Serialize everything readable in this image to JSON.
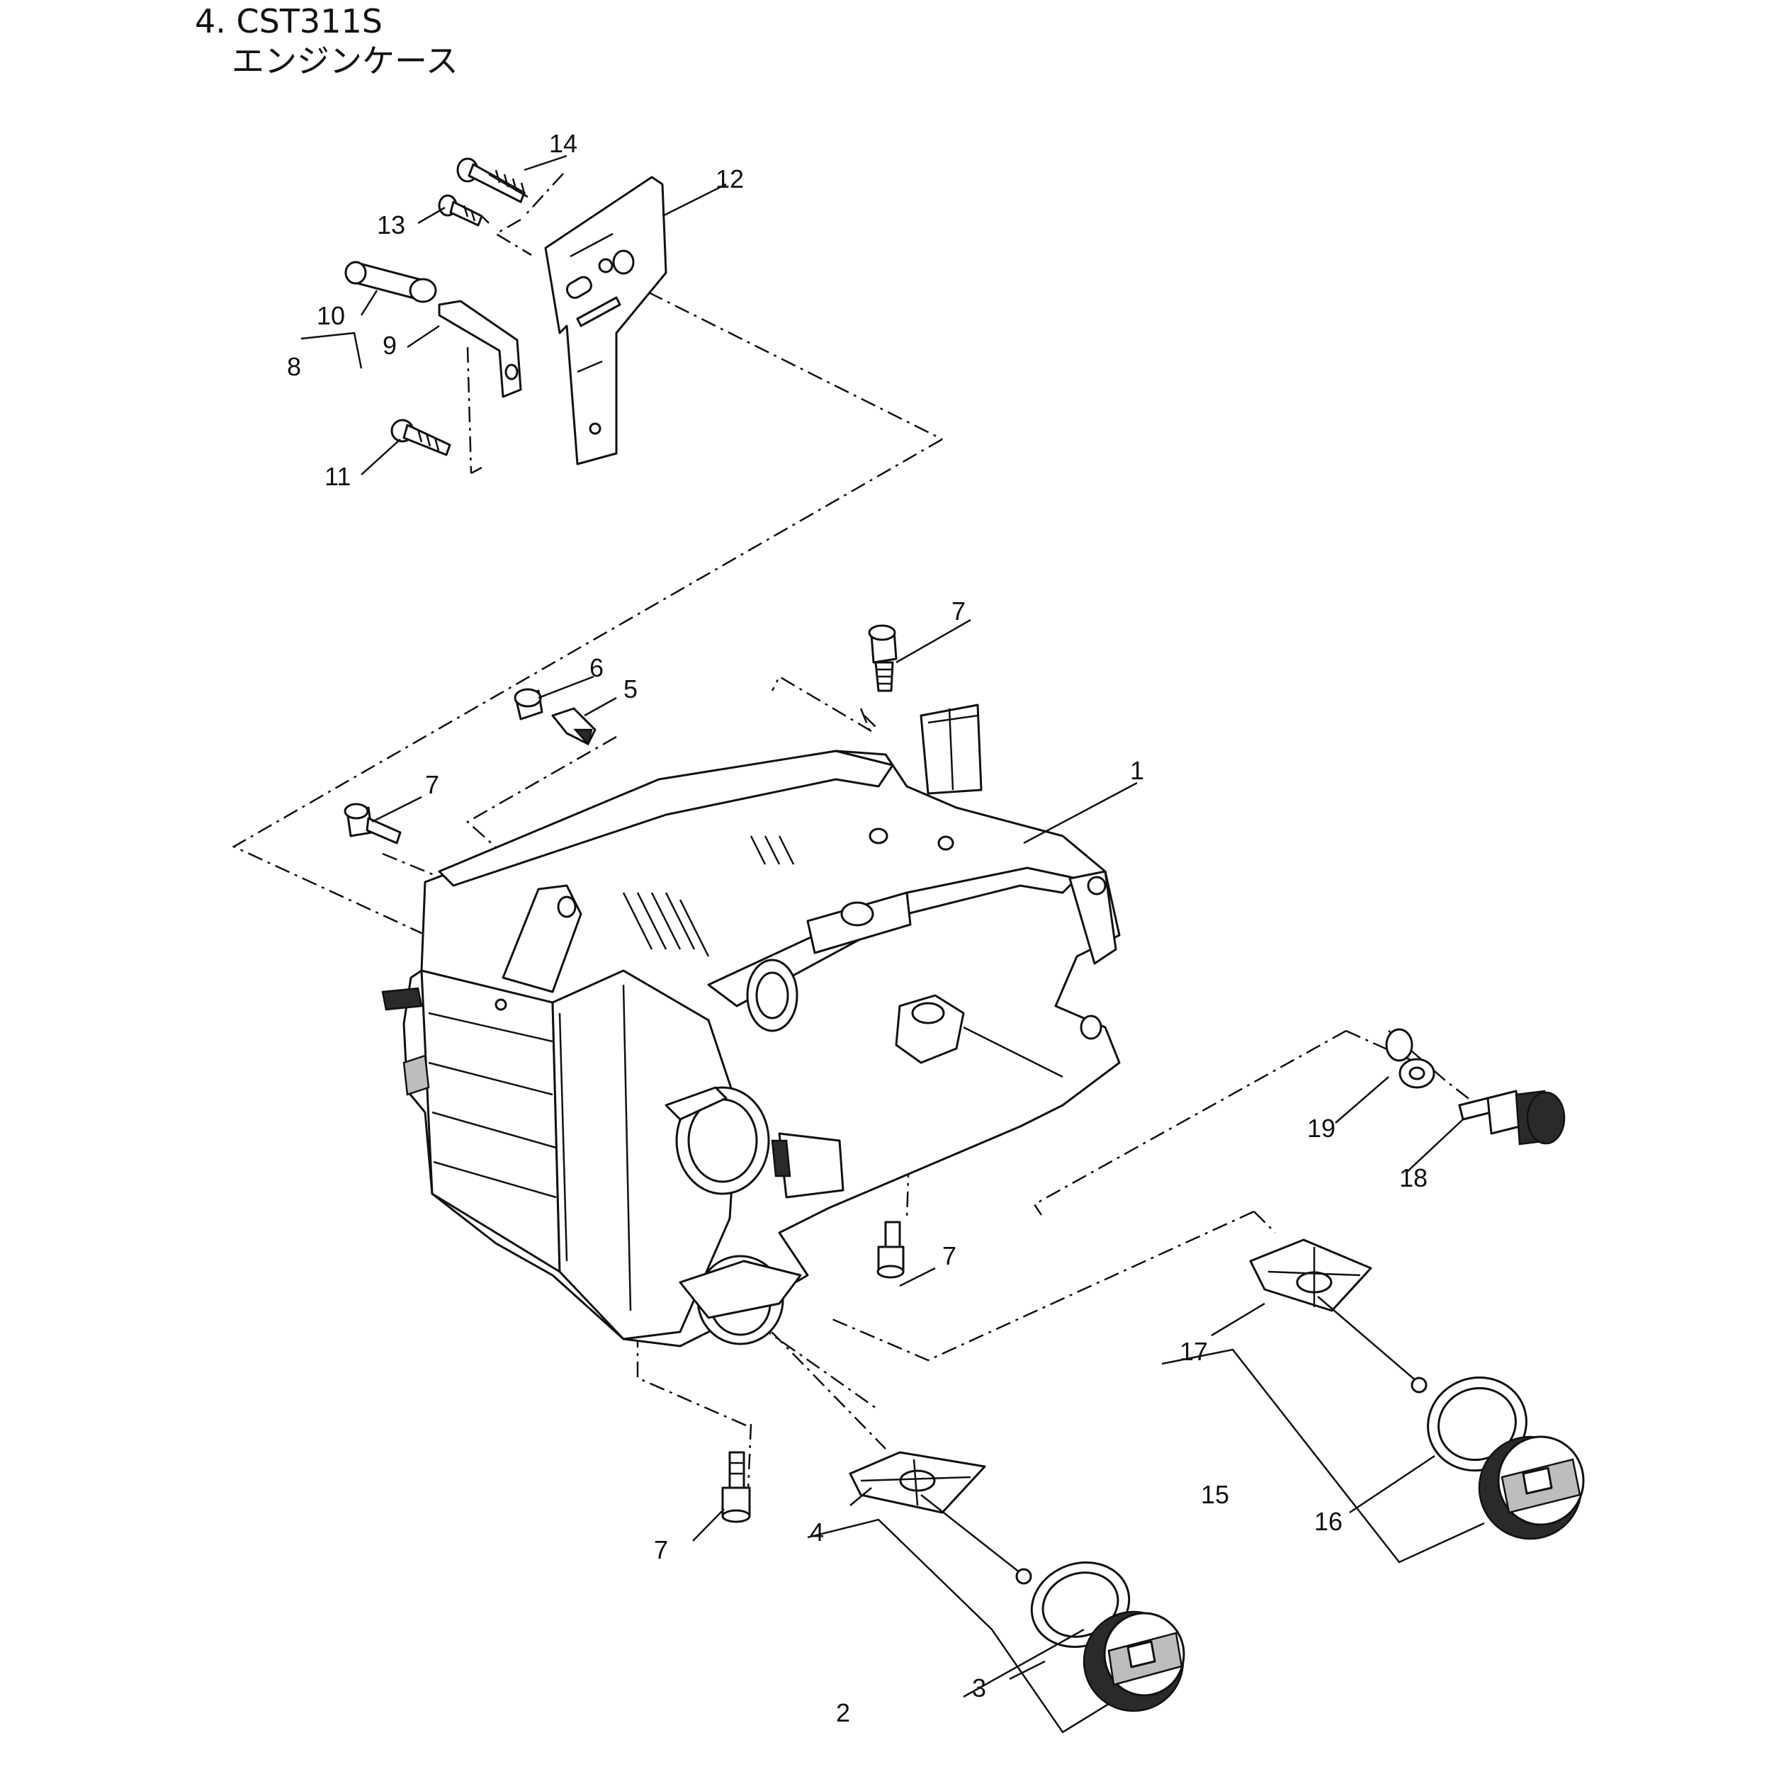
{
  "title": {
    "line1": "4. CST311S",
    "line2": "エンジンケース"
  },
  "callouts": {
    "c1": "1",
    "c2": "2",
    "c3": "3",
    "c4": "4",
    "c5": "5",
    "c6": "6",
    "c7a": "7",
    "c7b": "7",
    "c7c": "7",
    "c7d": "7",
    "c8": "8",
    "c9": "9",
    "c10": "10",
    "c11": "11",
    "c12": "12",
    "c13": "13",
    "c14": "14",
    "c15": "15",
    "c16": "16",
    "c17": "17",
    "c18": "18",
    "c19": "19"
  }
}
